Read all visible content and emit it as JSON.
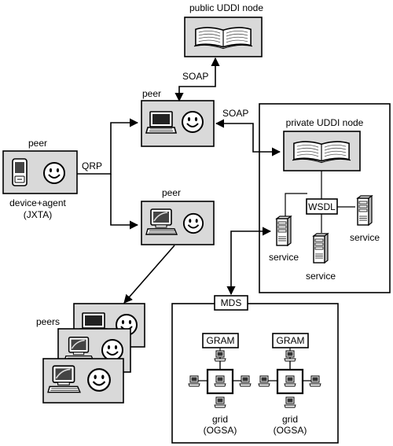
{
  "nodes": {
    "public_uddi_label": "public UDDI node",
    "peer_top_label": "peer",
    "peer_left_label": "peer",
    "device_agent_label": "device+agent",
    "jxta_label": "(JXTA)",
    "peer_mid_label": "peer",
    "peers_label": "peers",
    "private_uddi_label": "private UDDI node",
    "wsdl_label": "WSDL",
    "service_1": "service",
    "service_2": "service",
    "service_3": "service",
    "mds_label": "MDS",
    "gram_1": "GRAM",
    "gram_2": "GRAM",
    "grid_1": "grid",
    "grid_1_sub": "(OGSA)",
    "grid_2": "grid",
    "grid_2_sub": "(OGSA)"
  },
  "links": {
    "soap_top": "SOAP",
    "soap_right": "SOAP",
    "qrp": "QRP"
  },
  "icons": [
    "book-icon",
    "laptop-icon",
    "smiley-icon",
    "pda-icon",
    "desktop-computer-icon",
    "server-tower-icon",
    "network-node-icon"
  ]
}
